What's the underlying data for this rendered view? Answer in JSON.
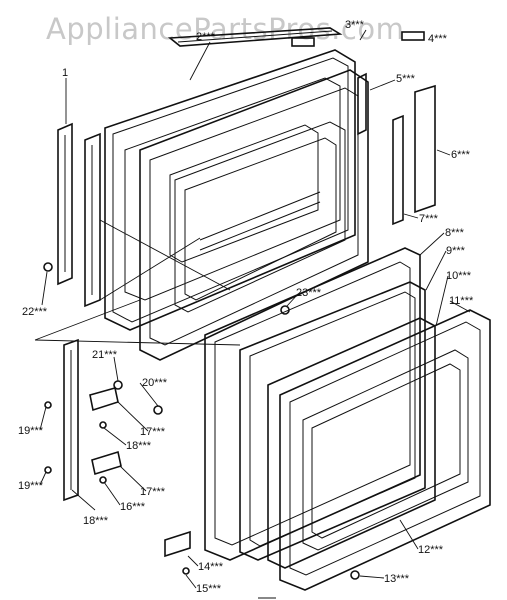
{
  "watermark": "AppliancePartsPros.com",
  "callouts": [
    {
      "id": "c1",
      "text": "1"
    },
    {
      "id": "c2",
      "text": "2***"
    },
    {
      "id": "c3",
      "text": "3***"
    },
    {
      "id": "c4",
      "text": "4***"
    },
    {
      "id": "c5",
      "text": "5***"
    },
    {
      "id": "c6",
      "text": "6***"
    },
    {
      "id": "c7",
      "text": "7***"
    },
    {
      "id": "c8",
      "text": "8***"
    },
    {
      "id": "c9",
      "text": "9***"
    },
    {
      "id": "c10",
      "text": "10***"
    },
    {
      "id": "c11",
      "text": "11***"
    },
    {
      "id": "c12",
      "text": "12***"
    },
    {
      "id": "c13",
      "text": "13***"
    },
    {
      "id": "c14",
      "text": "14***"
    },
    {
      "id": "c15",
      "text": "15***"
    },
    {
      "id": "c16",
      "text": "16***"
    },
    {
      "id": "c17a",
      "text": "17***"
    },
    {
      "id": "c17b",
      "text": "17***"
    },
    {
      "id": "c18a",
      "text": "18***"
    },
    {
      "id": "c18b",
      "text": "18***"
    },
    {
      "id": "c19a",
      "text": "19***"
    },
    {
      "id": "c19b",
      "text": "19***"
    },
    {
      "id": "c20",
      "text": "20***"
    },
    {
      "id": "c21",
      "text": "21***"
    },
    {
      "id": "c22",
      "text": "22***"
    },
    {
      "id": "c23",
      "text": "23***"
    }
  ]
}
